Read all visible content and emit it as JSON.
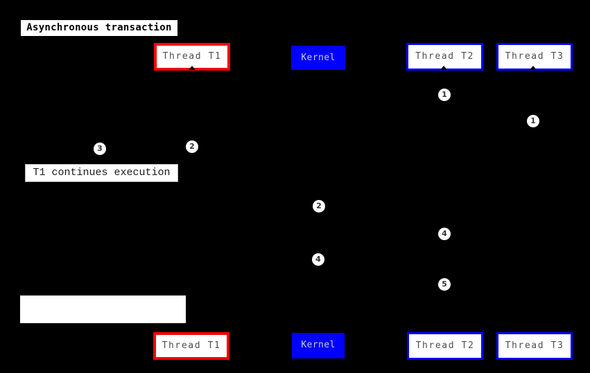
{
  "diagram_title": "Asynchronous transaction",
  "participants": [
    {
      "label": "Thread T1",
      "accent": "#ff0000",
      "style": "outlined"
    },
    {
      "label": "Kernel",
      "accent": "#0000ff",
      "style": "filled"
    },
    {
      "label": "Thread T2",
      "accent": "#0000ff",
      "style": "outlined"
    },
    {
      "label": "Thread T3",
      "accent": "#0000ff",
      "style": "outlined"
    }
  ],
  "notes": [
    {
      "label": "T1 continues execution"
    },
    {
      "label": ""
    }
  ],
  "markers": [
    {
      "label": "1"
    },
    {
      "label": "1"
    },
    {
      "label": "2"
    },
    {
      "label": "3"
    },
    {
      "label": "2"
    },
    {
      "label": "4"
    },
    {
      "label": "4"
    },
    {
      "label": "5"
    }
  ],
  "colors": {
    "background": "#000000",
    "t1_border": "#ff0000",
    "kernel_fill": "#0000ff",
    "thread_border": "#0000ff",
    "box_fill": "#ffffff",
    "thread_text": "#4d4d4d",
    "kernel_text": "#cccccc",
    "marker_fill": "#ffffff",
    "marker_text": "#333333"
  }
}
